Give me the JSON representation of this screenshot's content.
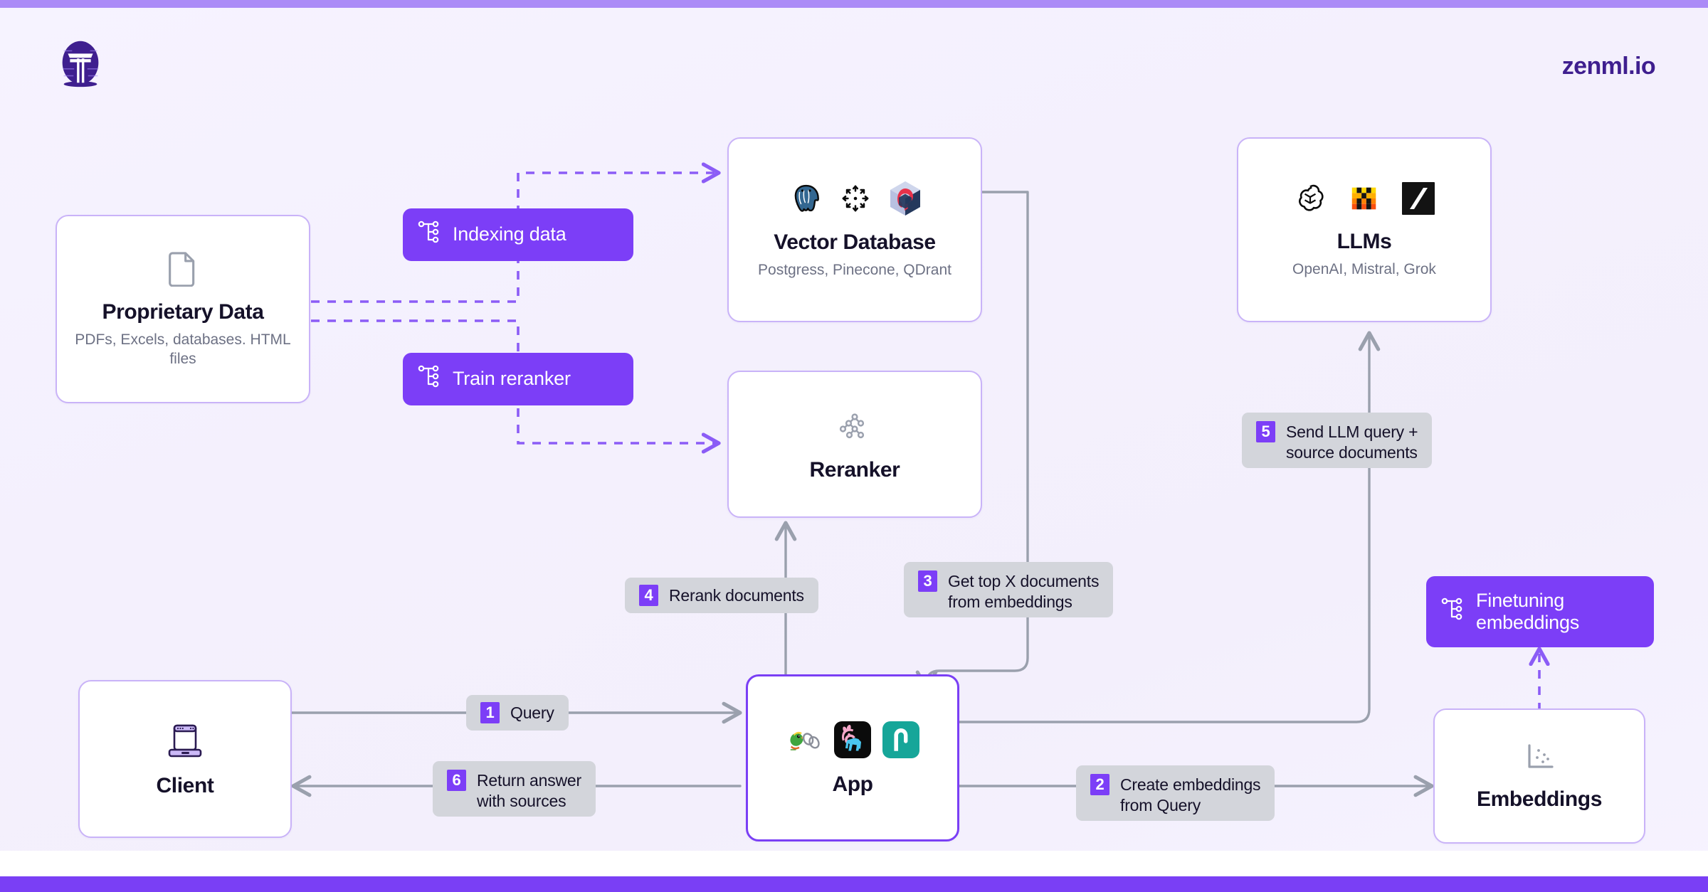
{
  "brand": {
    "name": "zenml.io",
    "logo_icon": "zenml-torii-logo"
  },
  "theme": {
    "accent_purple": "#7c3ef7",
    "pill_purple": "#7c3ef7",
    "card_border": "#c9b3f8",
    "card_border_accent": "#7a3ff5",
    "step_label_bg": "#d3d5db",
    "wire_grey": "#9aa0ad",
    "dashed_purple": "#8b5cf6",
    "background": "#f5f2fe",
    "top_bar": "#ab8bf7",
    "bottom_bar": "#7a3ff5",
    "text_dark": "#151129",
    "text_muted": "#6d7184"
  },
  "nodes": [
    {
      "id": "proprietary-data",
      "title": "Proprietary Data",
      "subtitle": "PDFs, Excels,\ndatabases. HTML files",
      "icons": [
        "document-icon"
      ]
    },
    {
      "id": "vector-database",
      "title": "Vector Database",
      "subtitle": "Postgress, Pinecone,\nQDrant",
      "icons": [
        "postgresql-icon",
        "pinecone-icon",
        "qdrant-icon"
      ]
    },
    {
      "id": "reranker",
      "title": "Reranker",
      "subtitle": "",
      "icons": [
        "tree-graph-icon"
      ]
    },
    {
      "id": "llms",
      "title": "LLMs",
      "subtitle": "OpenAI, Mistral, Grok",
      "icons": [
        "openai-icon",
        "mistral-icon",
        "grok-icon"
      ]
    },
    {
      "id": "client",
      "title": "Client",
      "subtitle": "",
      "icons": [
        "laptop-icon"
      ]
    },
    {
      "id": "app",
      "title": "App",
      "subtitle": "",
      "icons": [
        "langchain-icon",
        "ollama-icon",
        "anthropic-icon"
      ]
    },
    {
      "id": "embeddings",
      "title": "Embeddings",
      "subtitle": "",
      "icons": [
        "scatter-plot-icon"
      ]
    }
  ],
  "pipelines": [
    {
      "id": "indexing-data",
      "label": "Indexing data",
      "icon": "pipeline-icon"
    },
    {
      "id": "train-reranker",
      "label": "Train reranker",
      "icon": "pipeline-icon"
    },
    {
      "id": "finetuning-embeddings",
      "label": "Finetuning\nembeddings",
      "icon": "pipeline-icon"
    }
  ],
  "steps": [
    {
      "number": "1",
      "label": "Query"
    },
    {
      "number": "2",
      "label": "Create embeddings\nfrom Query"
    },
    {
      "number": "3",
      "label": "Get top X documents\nfrom embeddings"
    },
    {
      "number": "4",
      "label": "Rerank documents"
    },
    {
      "number": "5",
      "label": "Send LLM query +\nsource documents"
    },
    {
      "number": "6",
      "label": "Return answer\nwith sources"
    }
  ]
}
